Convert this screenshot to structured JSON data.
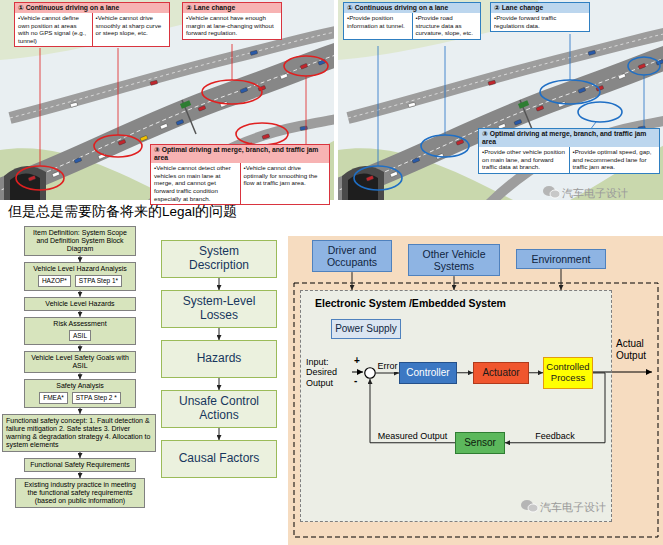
{
  "diagram": {
    "nodes": [
      {
        "text": [
          "① Continuous driving on a lane",
          "•Vehicle cannot define own position at areas with no GPS signal (e.g., tunnel)",
          "•Vehicle cannot drive smoothly at sharp curve or steep slope, etc."
        ]
      },
      {
        "text": [
          "② Lane change",
          "•Vehicle cannot have enough margin at lane-changing without forward regulation."
        ]
      },
      {
        "text": [
          "③ Optimal driving at merge, branch, and traffic jam area",
          "•Vehicle cannot detect other vehicles on main lane at merge, and cannot get forward traffic condition especially at branch.",
          "•Vehicle cannot drive optimally for smoothing the flow at traffic jam area."
        ]
      },
      {
        "text": [
          "① Continuous driving on a lane",
          "•Provide position information at tunnel.",
          "•Provide road structure data as curvature, slope, etc."
        ]
      },
      {
        "text": [
          "② Lane change",
          "•Provide forward traffic regulations data."
        ]
      },
      {
        "text": [
          "③ Optimal driving at merge, branch, and traffic jam area",
          "•Provide other vehicle position on main lane, and forward traffic data at branch.",
          "•Provide optimal speed, gap, and recommended lane for traffic jam area."
        ]
      },
      {
        "text": [
          "Item Definition: System Scope and Definition System Block Diagram"
        ]
      },
      {
        "text": [
          "Vehicle Level Hazard Analysis"
        ]
      },
      {
        "text": [
          "HAZOP*"
        ],
        "in": 7
      },
      {
        "text": [
          "STPA Step 1*"
        ],
        "in": 7
      },
      {
        "text": [
          "Vehicle Level Hazards"
        ]
      },
      {
        "text": [
          "Risk Assessment"
        ]
      },
      {
        "text": [
          "ASIL"
        ],
        "in": 11
      },
      {
        "text": [
          "Vehicle Level Safety Goals with ASIL"
        ]
      },
      {
        "text": [
          "Safety Analysis"
        ]
      },
      {
        "text": [
          "FMEA*"
        ],
        "in": 14
      },
      {
        "text": [
          "STPA Step 2 *"
        ],
        "in": 14
      },
      {
        "text": [
          "Functional safety concept: 1. Fault detection & failure mitigation 2. Safe states 3. Driver warning & degradation strategy 4. Allocation to system elements"
        ]
      },
      {
        "text": [
          "Functional Safety Requirements"
        ]
      },
      {
        "text": [
          "Existing industry practice in meeting the functional safety requirements (based on public information)"
        ]
      },
      {
        "text": [
          "System Description"
        ]
      },
      {
        "text": [
          "System-Level Losses"
        ]
      },
      {
        "text": [
          "Hazards"
        ]
      },
      {
        "text": [
          "Unsafe Control Actions"
        ]
      },
      {
        "text": [
          "Causal Factors"
        ]
      },
      {
        "text": [
          "Driver and Occupants"
        ]
      },
      {
        "text": [
          "Other Vehicle Systems"
        ]
      },
      {
        "text": [
          "Environment"
        ]
      },
      {
        "text": [
          "Electronic System /Embedded System"
        ]
      },
      {
        "text": [
          "Power Supply"
        ],
        "in": 28
      },
      {
        "text": [
          "+",
          "-"
        ],
        "in": 28
      },
      {
        "text": [
          "Controller"
        ],
        "in": 28
      },
      {
        "text": [
          "Actuator"
        ],
        "in": 28
      },
      {
        "text": [
          "Controlled Process"
        ],
        "in": 28
      },
      {
        "text": [
          "Sensor"
        ],
        "in": 28
      }
    ],
    "edges": [
      {
        "from": 6,
        "to": 7,
        "arrow": "to"
      },
      {
        "from": 7,
        "to": 10,
        "arrow": "to"
      },
      {
        "from": 10,
        "to": 11,
        "arrow": "to"
      },
      {
        "from": 11,
        "to": 13,
        "arrow": "to"
      },
      {
        "from": 13,
        "to": 14,
        "arrow": "to"
      },
      {
        "from": 14,
        "to": 17,
        "arrow": "to"
      },
      {
        "from": 17,
        "to": 18,
        "arrow": "to"
      },
      {
        "from": 18,
        "to": 19,
        "arrow": "to"
      },
      {
        "from": 20,
        "to": 21,
        "arrow": "to"
      },
      {
        "from": 21,
        "to": 22,
        "arrow": "to"
      },
      {
        "from": 22,
        "to": 23,
        "arrow": "to"
      },
      {
        "from": 23,
        "to": 24,
        "arrow": "to"
      },
      {
        "from": 25,
        "to": 28,
        "arrow": "to"
      },
      {
        "from": 26,
        "to": 28,
        "arrow": "to"
      },
      {
        "from": 27,
        "to": 28,
        "arrow": "to"
      },
      {
        "from": 30,
        "to": 31,
        "label": "Error",
        "arrow": "to"
      },
      {
        "from": 31,
        "to": 32,
        "arrow": "to"
      },
      {
        "from": 32,
        "to": 33,
        "arrow": "to"
      },
      {
        "from": 33,
        "to": 34,
        "label": "Feedback",
        "arrow": "to"
      },
      {
        "from": 34,
        "to": 30,
        "label": "Measured Output",
        "arrow": "to"
      }
    ],
    "labels": [
      "汽车电子设计",
      "但是总是需要防备将来的Legal的问题",
      "Input: Desired Output",
      "Actual Output",
      "汽车电子设计"
    ]
  }
}
